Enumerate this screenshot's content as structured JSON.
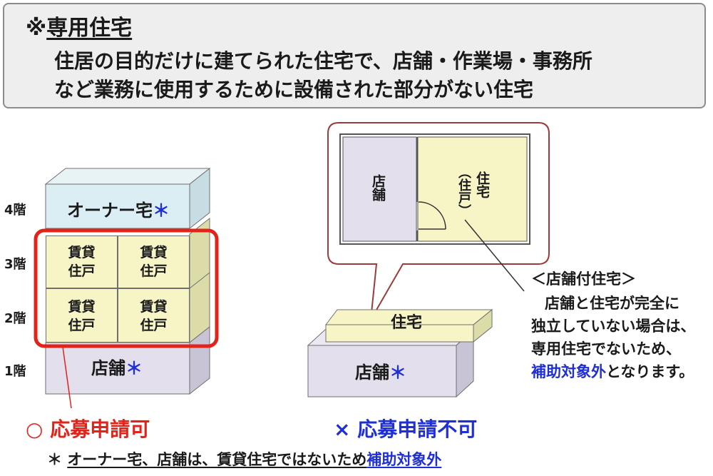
{
  "definition": {
    "mark": "※",
    "title": "専用住宅",
    "line1": "住居の目的だけに建てられた住宅で、店舗・作業場・事務所",
    "line2": "など業務に使用するために設備された部分がない住宅"
  },
  "left_building": {
    "floors": [
      "4階",
      "3階",
      "2階",
      "1階"
    ],
    "owner_unit": "オーナー宅",
    "rental_unit_line1": "賃貸",
    "rental_unit_line2": "住戸",
    "shop": "店舗",
    "star": "＊",
    "verdict_mark": "○",
    "verdict_text": "応募申請可"
  },
  "right_building": {
    "zoom_shop": "店舗",
    "zoom_housing": "住宅",
    "zoom_housing_sub": "（住戸）",
    "upper_label": "住宅",
    "lower_label": "店舗",
    "star": "＊",
    "verdict_mark": "×",
    "verdict_text": "応募申請不可"
  },
  "note": {
    "heading": "＜店舗付住宅＞",
    "line1": "店舗と住宅が完全に",
    "line2": "独立していない場合は、",
    "line3": "専用住宅でないため、",
    "line4_highlight": "補助対象外",
    "line4_rest": "となります。"
  },
  "footnote": {
    "star": "＊",
    "text": "オーナー宅、店舗は、賃貸住宅ではないため",
    "highlight": "補助対象外"
  },
  "colors": {
    "accent_red": "#e2231a",
    "accent_blue": "#1f2fd8",
    "rental_fill": "#f7f5c6",
    "owner_fill": "#dbeef3",
    "shop_fill": "#e3dfec",
    "side_fill": "#dcdca8"
  }
}
